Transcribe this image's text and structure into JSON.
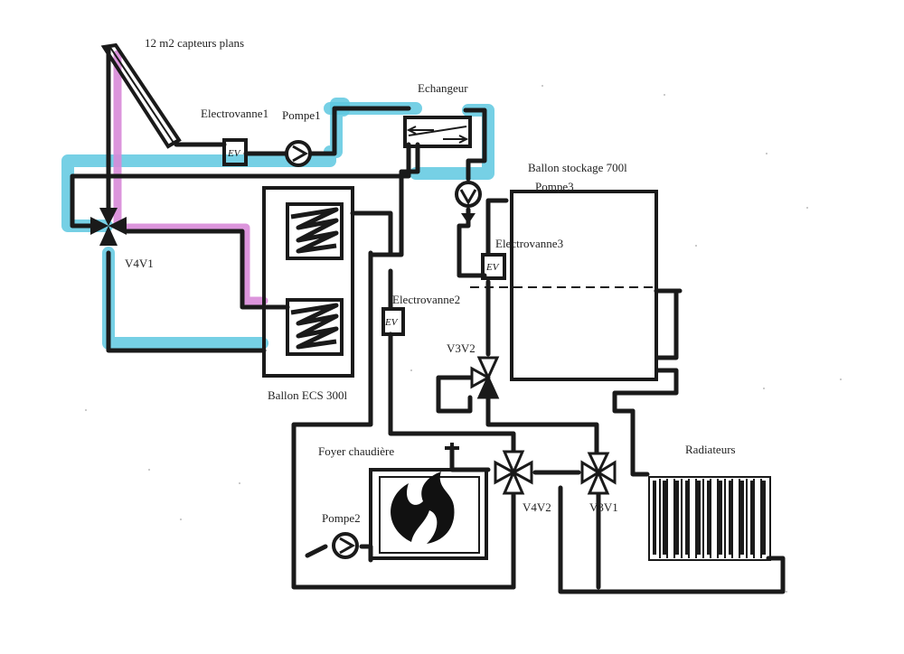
{
  "labels": {
    "collectors": "12 m2 capteurs plans",
    "electrovanne1": "Electrovanne1",
    "pompe1": "Pompe1",
    "echangeur": "Echangeur",
    "ballon_stockage": "Ballon stockage 700l",
    "pompe3": "Pompe3",
    "electrovanne3": "Electrovanne3",
    "v4v1": "V4V1",
    "electrovanne2": "Electrovanne2",
    "v3v2": "V3V2",
    "ballon_ecs": "Ballon ECS 300l",
    "foyer": "Foyer chaudière",
    "radiateurs": "Radiateurs",
    "pompe2": "Pompe2",
    "v4v2": "V4V2",
    "v3v1": "V3V1",
    "ev_symbol": "EV"
  },
  "colors": {
    "pipe": "#1a1a1a",
    "solar_loop_blue": "#5ec8e0",
    "solar_loop_pink": "#d88ad8"
  },
  "icons": [
    "solar-panel-icon",
    "pump-icon",
    "valve-icon",
    "heat-exchanger-icon",
    "tank-icon",
    "coil-icon",
    "flame-icon",
    "radiator-icon"
  ]
}
